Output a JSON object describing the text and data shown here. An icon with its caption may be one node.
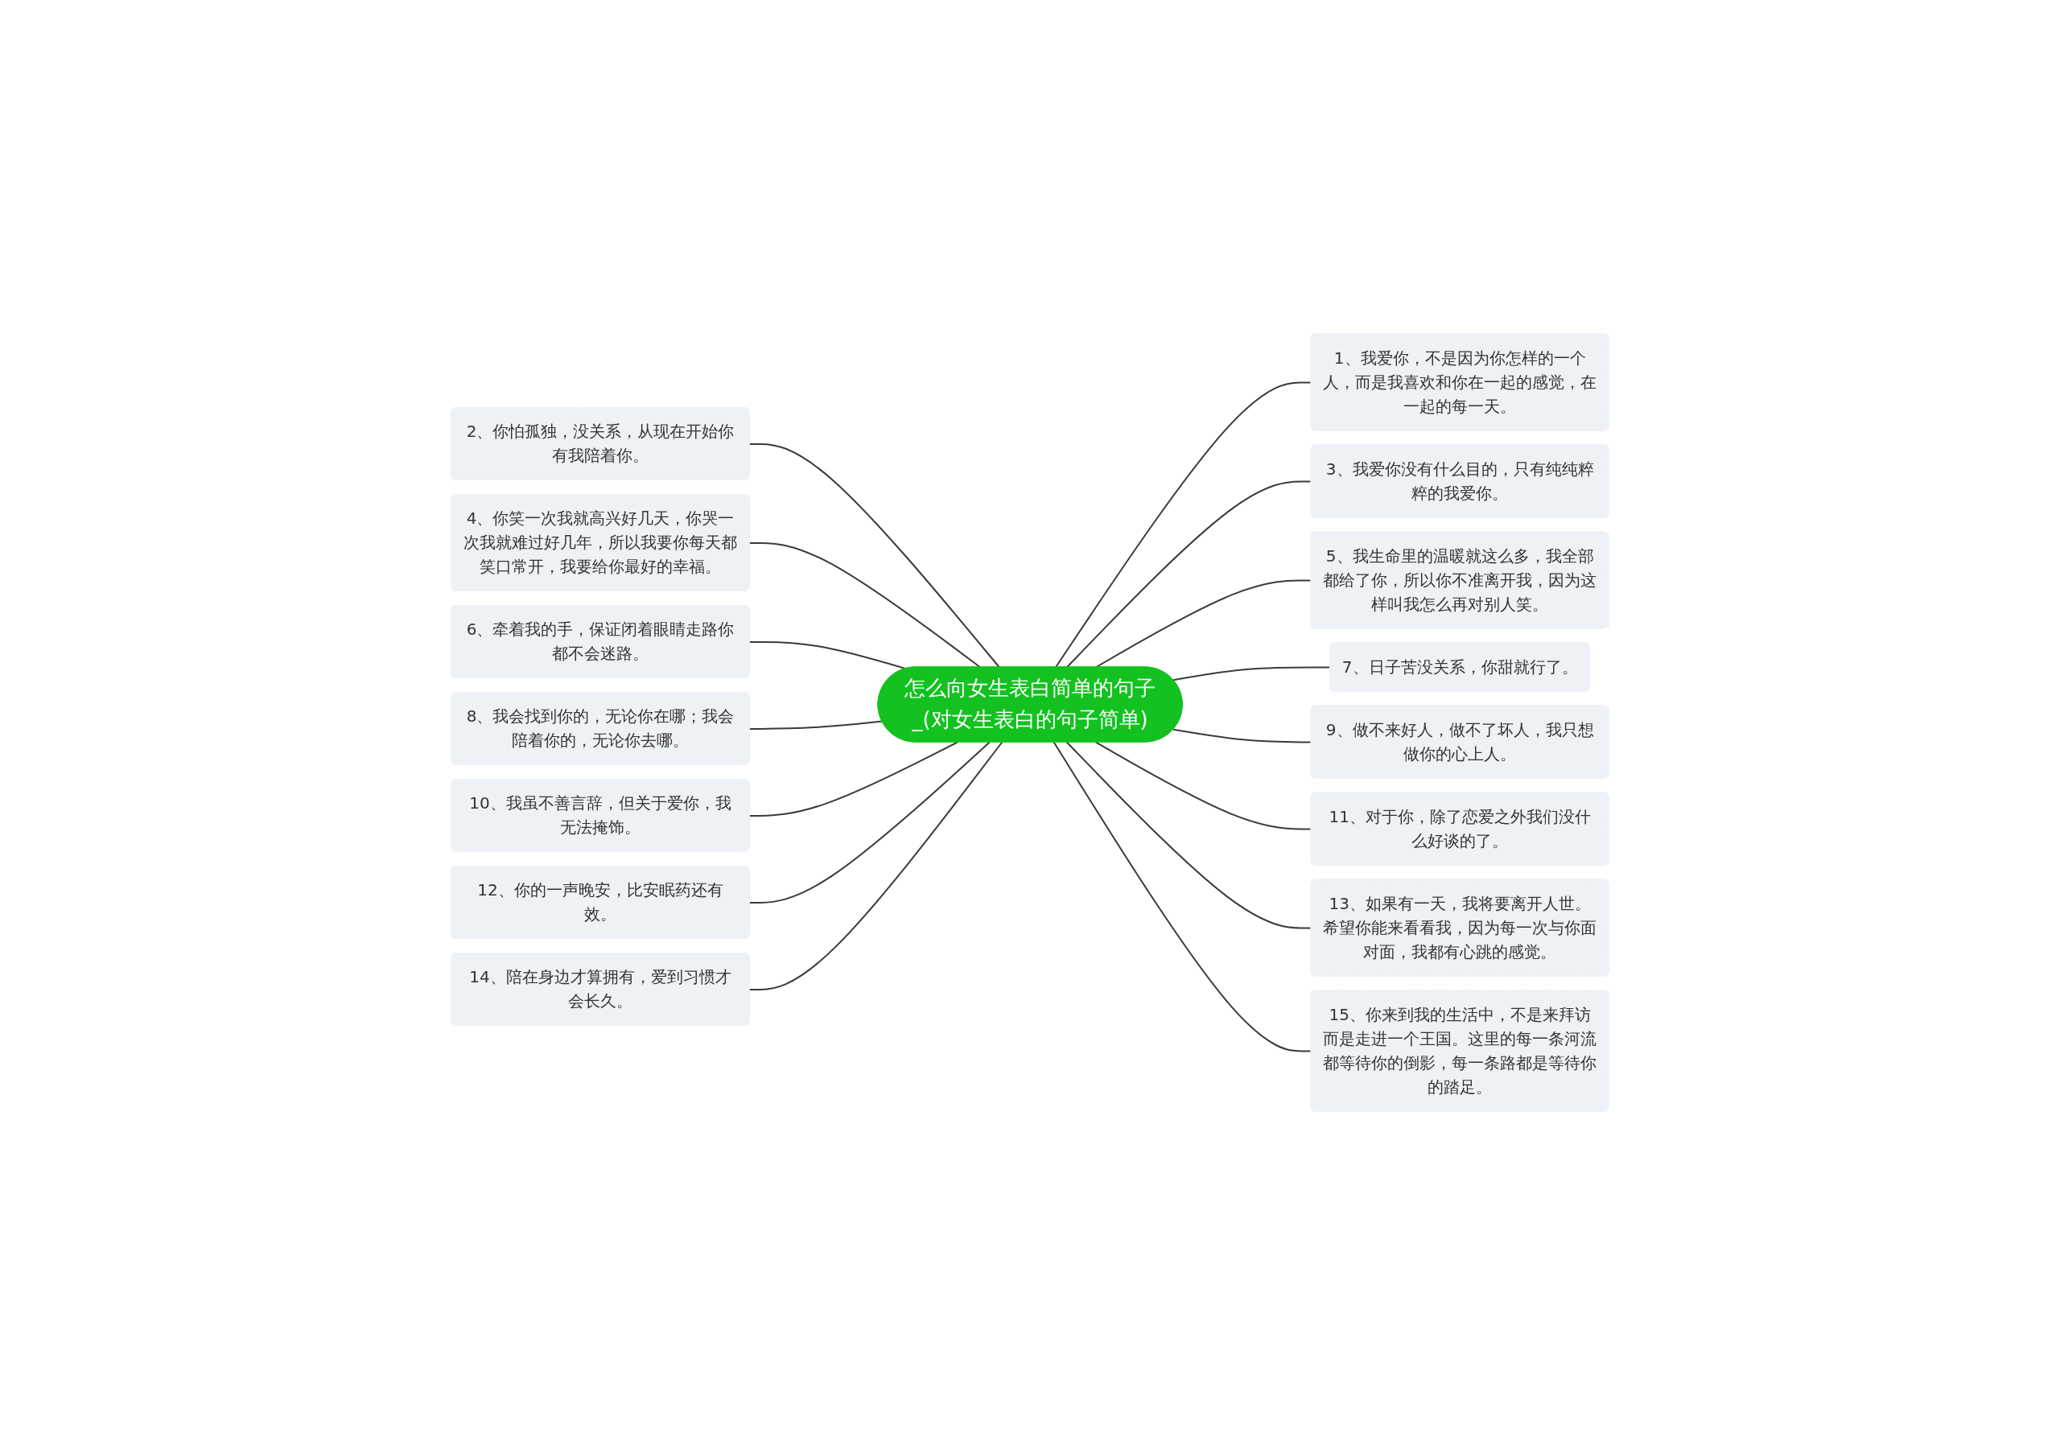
{
  "diagram": {
    "nodes": [
      {
        "text": [
          "怎么向女生表白简单的句子_(对女生表白的句子简单)"
        ]
      },
      {
        "text": [
          "1、我爱你，不是因为你怎样的一个人，而是我喜欢和你在一起的感觉，在一起的每一天。"
        ]
      },
      {
        "text": [
          "2、你怕孤独，没关系，从现在开始你有我陪着你。"
        ]
      },
      {
        "text": [
          "3、我爱你没有什么目的，只有纯纯粹粹的我爱你。"
        ]
      },
      {
        "text": [
          "4、你笑一次我就高兴好几天，你哭一次我就难过好几年，所以我要你每天都笑口常开，我要给你最好的幸福。"
        ]
      },
      {
        "text": [
          "5、我生命里的温暖就这么多，我全部都给了你，所以你不准离开我，因为这样叫我怎么再对别人笑。"
        ]
      },
      {
        "text": [
          "6、牵着我的手，保证闭着眼睛走路你都不会迷路。"
        ]
      },
      {
        "text": [
          "7、日子苦没关系，你甜就行了。"
        ]
      },
      {
        "text": [
          "8、我会找到你的，无论你在哪；我会陪着你的，无论你去哪。"
        ]
      },
      {
        "text": [
          "9、做不来好人，做不了坏人，我只想做你的心上人。"
        ]
      },
      {
        "text": [
          "10、我虽不善言辞，但关于爱你，我无法掩饰。"
        ]
      },
      {
        "text": [
          "11、对于你，除了恋爱之外我们没什么好谈的了。"
        ]
      },
      {
        "text": [
          "12、你的一声晚安，比安眠药还有效。"
        ]
      },
      {
        "text": [
          "13、如果有一天，我将要离开人世。希望你能来看看我，因为每一次与你面对面，我都有心跳的感觉。"
        ]
      },
      {
        "text": [
          "14、陪在身边才算拥有，爱到习惯才会长久。"
        ]
      },
      {
        "text": [
          "15、你来到我的生活中，不是来拜访而是走进一个王国。这里的每一条河流都等待你的倒影，每一条路都是等待你的踏足。"
        ]
      }
    ],
    "edges": [
      {
        "from": 0,
        "to": 1,
        "arrow": "none"
      },
      {
        "from": 0,
        "to": 2,
        "arrow": "none"
      },
      {
        "from": 0,
        "to": 3,
        "arrow": "none"
      },
      {
        "from": 0,
        "to": 4,
        "arrow": "none"
      },
      {
        "from": 0,
        "to": 5,
        "arrow": "none"
      },
      {
        "from": 0,
        "to": 6,
        "arrow": "none"
      },
      {
        "from": 0,
        "to": 7,
        "arrow": "none"
      },
      {
        "from": 0,
        "to": 8,
        "arrow": "none"
      },
      {
        "from": 0,
        "to": 9,
        "arrow": "none"
      },
      {
        "from": 0,
        "to": 10,
        "arrow": "none"
      },
      {
        "from": 0,
        "to": 11,
        "arrow": "none"
      },
      {
        "from": 0,
        "to": 12,
        "arrow": "none"
      },
      {
        "from": 0,
        "to": 13,
        "arrow": "none"
      },
      {
        "from": 0,
        "to": 14,
        "arrow": "none"
      },
      {
        "from": 0,
        "to": 15,
        "arrow": "none"
      }
    ]
  }
}
